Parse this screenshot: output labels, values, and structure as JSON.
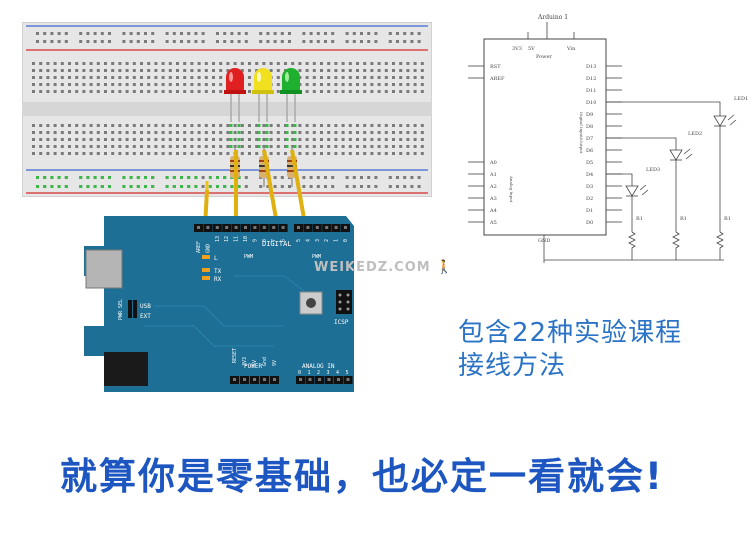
{
  "schematic": {
    "title": "Arduino 1",
    "top_pins": [
      "3V3",
      "5V",
      "Vin"
    ],
    "power_label": "Power",
    "left_pins": [
      "RST",
      "AREF",
      "A0",
      "A1",
      "A2",
      "A3",
      "A4",
      "A5"
    ],
    "right_pins": [
      "D13",
      "D12",
      "D11",
      "D10",
      "D9",
      "D8",
      "D7",
      "D6",
      "D5",
      "D4",
      "D3",
      "D2",
      "D1",
      "D0"
    ],
    "analog_label": "Analog Input",
    "digital_label": "Digital Input/Output",
    "gnd_label": "GND",
    "leds": [
      "LED1",
      "LED2",
      "LED3"
    ],
    "resistors": [
      "R1",
      "R1",
      "R1"
    ]
  },
  "arduino": {
    "header_top": [
      "AREF",
      "GND",
      "13",
      "12",
      "11",
      "10",
      "9",
      "8",
      "7",
      "6",
      "5",
      "4",
      "3",
      "2",
      "1",
      "0"
    ],
    "digital_label": "DIGITAL",
    "pwm_label": "PWM",
    "led_labels": [
      "L",
      "TX",
      "RX"
    ],
    "header_tx_rx": [
      "TX",
      "RX"
    ],
    "pwr_sel_label": "PWR SEL",
    "usb_label": "USB",
    "ext_label": "EXT",
    "icsp_label": "ICSP",
    "power_label": "POWER",
    "power_pins": [
      "RESET",
      "3V3",
      "5V",
      "Gnd",
      "9V"
    ],
    "analog_label": "ANALOG IN",
    "analog_pins": [
      "0",
      "1",
      "2",
      "3",
      "4",
      "5"
    ]
  },
  "leds_colors": {
    "red": "#e02020",
    "yellow": "#f0e020",
    "green": "#20b030",
    "wire": "#f0c020",
    "board": "#1d6f96",
    "caption": "#2b73c6",
    "headline": "#1d56c0"
  },
  "watermark": "WEIKEDZ.COM",
  "caption_line1": "包含22种实验课程",
  "caption_line2": "接线方法",
  "headline": "就算你是零基础，也必定一看就会!"
}
